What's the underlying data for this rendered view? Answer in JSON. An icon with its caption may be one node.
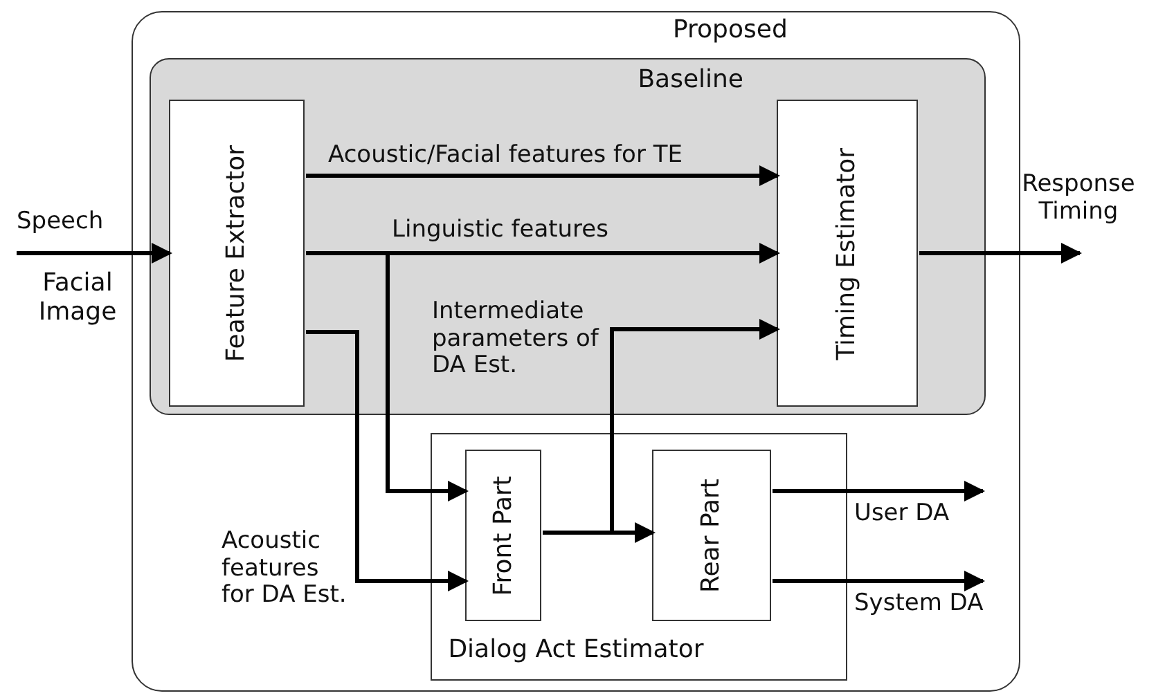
{
  "diagram": {
    "nodes": [
      {
        "text": [
          "Proposed"
        ]
      },
      {
        "text": [
          "Baseline"
        ],
        "in": 0
      },
      {
        "text": [
          "Feature Extractor"
        ],
        "in": 1
      },
      {
        "text": [
          "Timing Estimator"
        ],
        "in": 1
      },
      {
        "text": [
          "Dialog Act Estimator"
        ],
        "in": 0
      },
      {
        "text": [
          "Front Part"
        ],
        "in": 4
      },
      {
        "text": [
          "Rear Part"
        ],
        "in": 4
      }
    ],
    "edges": [
      {
        "from": null,
        "to": 2,
        "arrow": "to",
        "label": "Speech"
      },
      {
        "from": 2,
        "to": 3,
        "arrow": "to",
        "label": "Acoustic/Facial features for TE"
      },
      {
        "from": 2,
        "to": 3,
        "arrow": "to",
        "label": "Linguistic features"
      },
      {
        "from": 2,
        "to": 5,
        "arrow": "to"
      },
      {
        "from": 2,
        "to": 5,
        "arrow": "to",
        "label": "Acoustic features for DA Est."
      },
      {
        "from": 5,
        "to": 3,
        "arrow": "to",
        "label": "Intermediate parameters of DA Est."
      },
      {
        "from": 5,
        "to": 6,
        "arrow": "to"
      },
      {
        "from": 3,
        "to": null,
        "arrow": "to",
        "label": "Response Timing"
      },
      {
        "from": 6,
        "to": null,
        "arrow": "to",
        "label": "User DA"
      },
      {
        "from": 6,
        "to": null,
        "arrow": "to",
        "label": "System DA"
      }
    ],
    "labels": [
      "Facial Image"
    ]
  }
}
